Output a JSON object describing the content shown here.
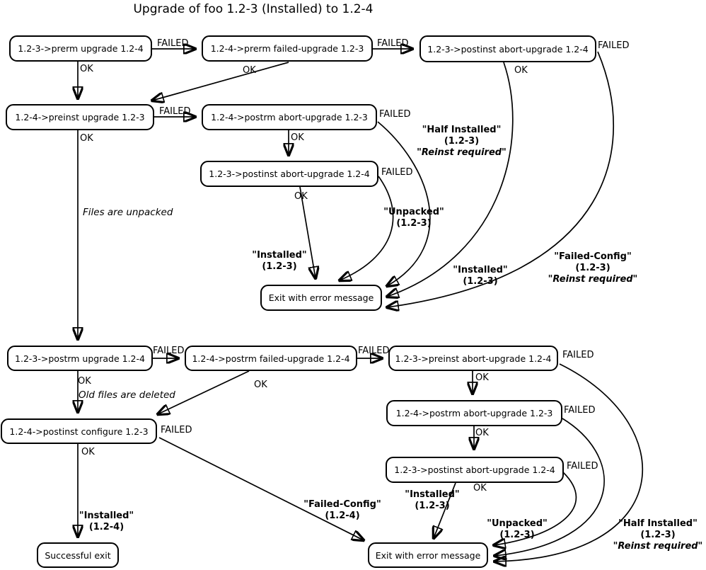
{
  "title": "Upgrade of foo 1.2-3 (Installed) to 1.2-4",
  "colors": {
    "background": "#ffffff",
    "stroke": "#000000",
    "text": "#000000"
  },
  "labels": {
    "failed": "FAILED",
    "ok": "OK"
  },
  "nodes": [
    {
      "id": "prerm-upgrade",
      "label": "1.2-3->prerm upgrade 1.2-4"
    },
    {
      "id": "prerm-failed-upgrade",
      "label": "1.2-4->prerm failed-upgrade 1.2-3"
    },
    {
      "id": "postinst-abort-upgrade-top",
      "label": "1.2-3->postinst abort-upgrade 1.2-4"
    },
    {
      "id": "preinst-upgrade",
      "label": "1.2-4->preinst upgrade 1.2-3"
    },
    {
      "id": "postrm-abort-upgrade-mid",
      "label": "1.2-4->postrm abort-upgrade 1.2-3"
    },
    {
      "id": "postinst-abort-upgrade-mid",
      "label": "1.2-3->postinst abort-upgrade 1.2-4"
    },
    {
      "id": "exit-error-1",
      "label": "Exit with error message"
    },
    {
      "id": "postrm-upgrade",
      "label": "1.2-3->postrm upgrade 1.2-4"
    },
    {
      "id": "postrm-failed-upgrade",
      "label": "1.2-4->postrm failed-upgrade 1.2-4"
    },
    {
      "id": "preinst-abort-upgrade",
      "label": "1.2-3->preinst abort-upgrade 1.2-4"
    },
    {
      "id": "postrm-abort-upgrade-bot",
      "label": "1.2-4->postrm abort-upgrade 1.2-3"
    },
    {
      "id": "postinst-abort-upgrade-bot",
      "label": "1.2-3->postinst abort-upgrade 1.2-4"
    },
    {
      "id": "postinst-configure",
      "label": "1.2-4->postinst configure 1.2-3"
    },
    {
      "id": "successful-exit",
      "label": "Successful exit"
    },
    {
      "id": "exit-error-2",
      "label": "Exit with error message"
    }
  ],
  "edges": [
    {
      "from": "prerm-upgrade",
      "to": "prerm-failed-upgrade",
      "label": "FAILED"
    },
    {
      "from": "prerm-failed-upgrade",
      "to": "postinst-abort-upgrade-top",
      "label": "FAILED"
    },
    {
      "from": "prerm-upgrade",
      "to": "preinst-upgrade",
      "label": "OK"
    },
    {
      "from": "prerm-failed-upgrade",
      "to": "preinst-upgrade",
      "label": "OK"
    },
    {
      "from": "preinst-upgrade",
      "to": "postrm-abort-upgrade-mid",
      "label": "FAILED"
    },
    {
      "from": "postrm-abort-upgrade-mid",
      "to": "postinst-abort-upgrade-mid",
      "label": "OK"
    },
    {
      "from": "postinst-abort-upgrade-mid",
      "to": "exit-error-1",
      "label": "OK",
      "annotation": "\"Installed\" (1.2-3)"
    },
    {
      "from": "postinst-abort-upgrade-mid",
      "to": "exit-error-1",
      "label": "FAILED",
      "annotation": "\"Unpacked\" (1.2-3)"
    },
    {
      "from": "postrm-abort-upgrade-mid",
      "to": "exit-error-1",
      "label": "FAILED",
      "annotation": "\"Half Installed\" (1.2-3) \"Reinst required\""
    },
    {
      "from": "postinst-abort-upgrade-top",
      "to": "exit-error-1",
      "label": "OK",
      "annotation": "\"Installed\" (1.2-3)"
    },
    {
      "from": "postinst-abort-upgrade-top",
      "to": "exit-error-1",
      "label": "FAILED",
      "annotation": "\"Failed-Config\" (1.2-3) \"Reinst required\""
    },
    {
      "from": "preinst-upgrade",
      "to": "postrm-upgrade",
      "label": "OK",
      "note": "Files are unpacked"
    },
    {
      "from": "postrm-upgrade",
      "to": "postrm-failed-upgrade",
      "label": "FAILED"
    },
    {
      "from": "postrm-failed-upgrade",
      "to": "preinst-abort-upgrade",
      "label": "FAILED"
    },
    {
      "from": "postrm-failed-upgrade",
      "to": "postinst-configure",
      "label": "OK"
    },
    {
      "from": "postrm-upgrade",
      "to": "postinst-configure",
      "label": "OK",
      "note": "Old files are deleted"
    },
    {
      "from": "postinst-configure",
      "to": "successful-exit",
      "label": "OK",
      "annotation": "\"Installed\" (1.2-4)"
    },
    {
      "from": "postinst-configure",
      "to": "exit-error-2",
      "label": "FAILED",
      "annotation": "\"Failed-Config\" (1.2-4)"
    },
    {
      "from": "preinst-abort-upgrade",
      "to": "postrm-abort-upgrade-bot",
      "label": "OK"
    },
    {
      "from": "postrm-abort-upgrade-bot",
      "to": "postinst-abort-upgrade-bot",
      "label": "OK"
    },
    {
      "from": "postinst-abort-upgrade-bot",
      "to": "exit-error-2",
      "label": "OK",
      "annotation": "\"Installed\" (1.2-3)"
    },
    {
      "from": "postinst-abort-upgrade-bot",
      "to": "exit-error-2",
      "label": "FAILED",
      "annotation": "\"Unpacked\" (1.2-3)"
    },
    {
      "from": "postrm-abort-upgrade-bot",
      "to": "exit-error-2",
      "label": "FAILED",
      "annotation": "\"Half Installed\" (1.2-3) \"Reinst required\""
    },
    {
      "from": "preinst-abort-upgrade",
      "to": "exit-error-2",
      "label": "FAILED",
      "annotation": "\"Half Installed\" (1.2-3) \"Reinst required\""
    }
  ],
  "annotations": [
    {
      "state": "\"Half Installed\"",
      "version": "(1.2-3)",
      "note": "\"Reinst required\""
    },
    {
      "state": "\"Unpacked\"",
      "version": "(1.2-3)"
    },
    {
      "state": "\"Installed\"",
      "version": "(1.2-3)"
    },
    {
      "state": "\"Installed\"",
      "version": "(1.2-3)"
    },
    {
      "state": "\"Failed-Config\"",
      "version": "(1.2-3)",
      "note": "\"Reinst required\""
    },
    {
      "state": "\"Installed\"",
      "version": "(1.2-4)"
    },
    {
      "state": "\"Failed-Config\"",
      "version": "(1.2-4)"
    },
    {
      "state": "\"Installed\"",
      "version": "(1.2-3)"
    },
    {
      "state": "\"Unpacked\"",
      "version": "(1.2-3)"
    },
    {
      "state": "\"Half Installed\"",
      "version": "(1.2-3)",
      "note": "\"Reinst required\""
    }
  ],
  "notes": [
    {
      "text": "Files are unpacked"
    },
    {
      "text": "Old files are deleted"
    }
  ]
}
